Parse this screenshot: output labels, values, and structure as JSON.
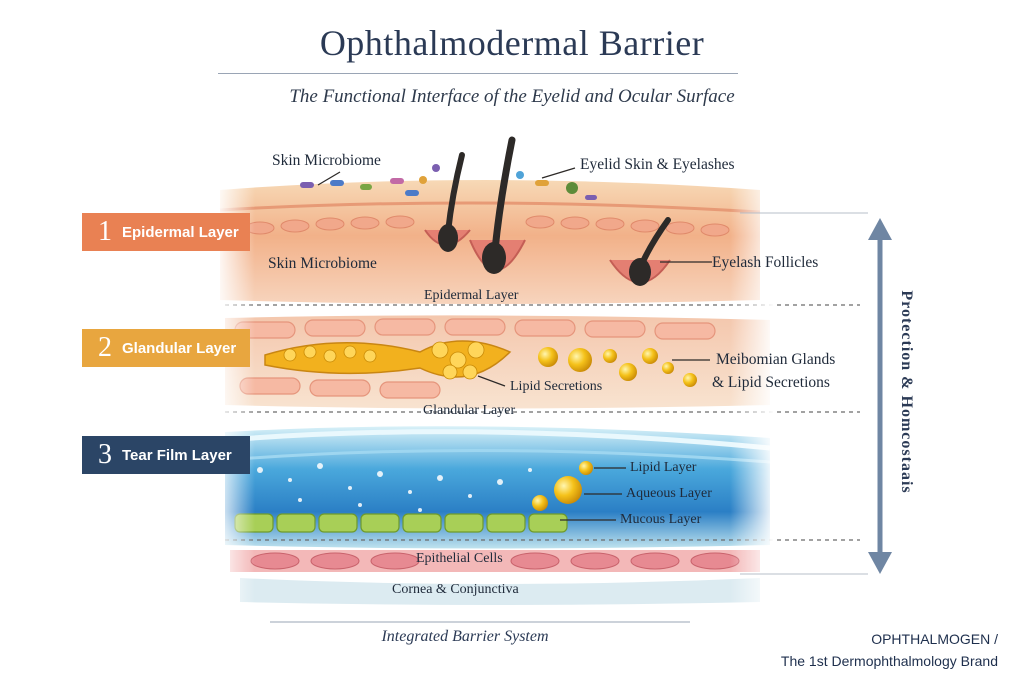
{
  "title": "Ophthalmodermal Barrier",
  "subtitle": "The Functional Interface of the Eyelid and Ocular Surface",
  "layers": [
    {
      "number": "1",
      "label": "Epidermal Layer",
      "color": "#e98153"
    },
    {
      "number": "2",
      "label": "Glandular Layer",
      "color": "#e8a63f"
    },
    {
      "number": "3",
      "label": "Tear Film Layer",
      "color": "#2b4566"
    }
  ],
  "labels": {
    "skin_microbiome_top": "Skin Microbiome",
    "eyelid_skin": "Eyelid Skin & Eyelashes",
    "skin_microbiome_mid": "Skin Microbiome",
    "eyelash_follicles": "Eyelash Follicles",
    "epidermal_layer": "Epidermal Layer",
    "meibomian_line1": "Meibomian Glands",
    "meibomian_line2": "& Lipid Secretions",
    "lipid_secretions": "Lipid Secretions",
    "glandular_layer": "Glandular Layer",
    "lipid_layer": "Lipid Layer",
    "aqueous_layer": "Aqueous Layer",
    "mucous_layer": "Mucous Layer",
    "epithelial_cells": "Epithelial Cells",
    "cornea": "Cornea & Conjunctiva"
  },
  "side_label": "Protection & Homcostaais",
  "footer": "Integrated Barrier System",
  "brand_line1": "OPHTHALMOGEN /",
  "brand_line2": "The 1st Dermophthalmology Brand"
}
